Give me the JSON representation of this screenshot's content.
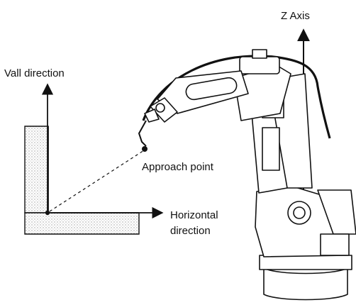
{
  "labels": {
    "z_axis": "Z Axis",
    "wall_direction": "Vall direction",
    "approach_point": "Approach point",
    "horizontal_line1": "Horizontal",
    "horizontal_line2": "direction"
  }
}
